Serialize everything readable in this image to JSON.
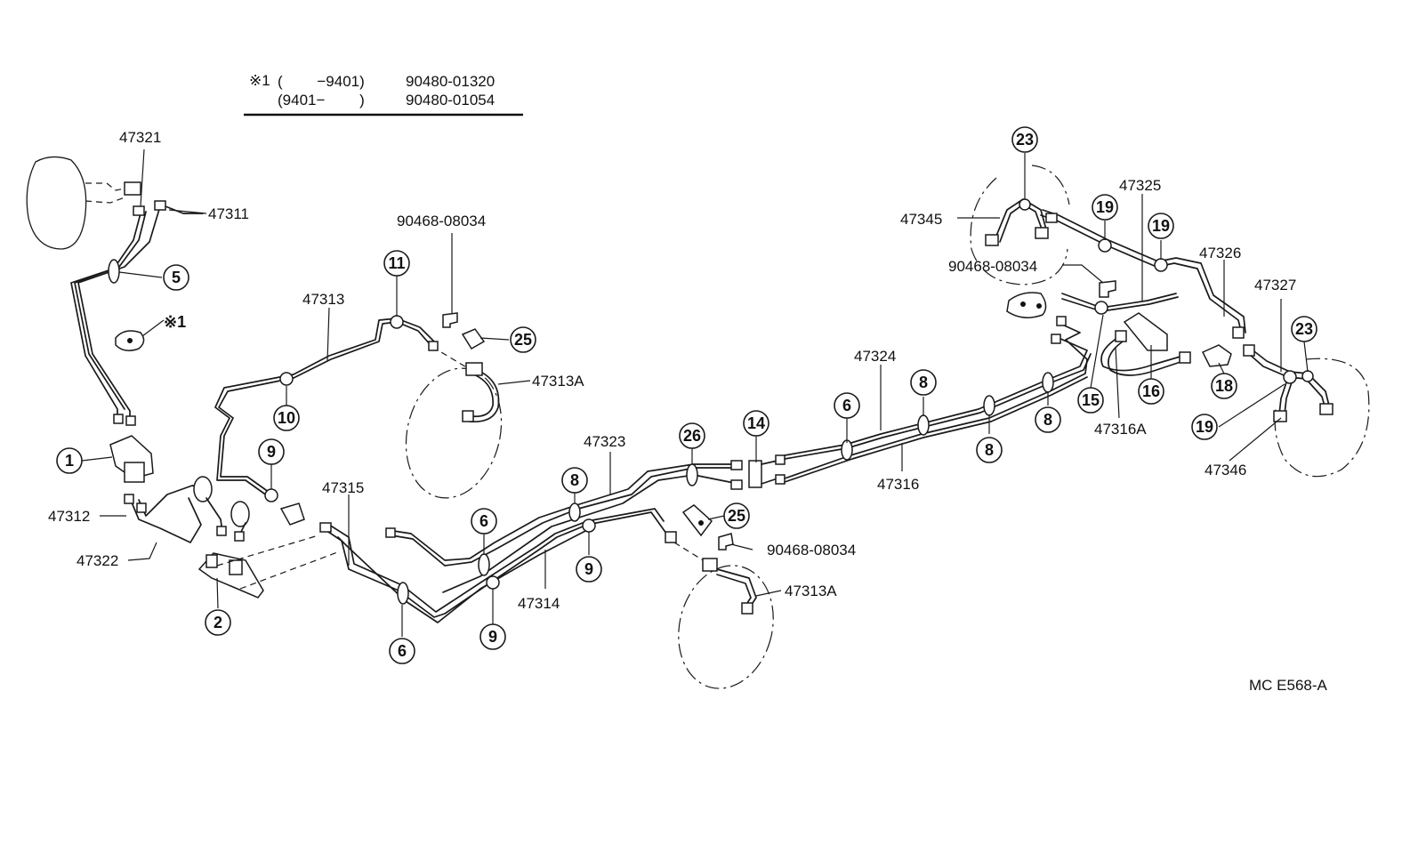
{
  "note": {
    "mark": "※1",
    "row1_range": "(　　 −9401)",
    "row1_part": "90480-01320",
    "row2_range": "(9401−　　 )",
    "row2_part": "90480-01054"
  },
  "part_numbers": {
    "p47321": "47321",
    "p47311": "47311",
    "p47313": "47313",
    "p90468_a": "90468-08034",
    "p47313A_a": "47313A",
    "p47312": "47312",
    "p47322": "47322",
    "p47315": "47315",
    "p47323": "47323",
    "p47314": "47314",
    "p90468_b": "90468-08034",
    "p47313A_b": "47313A",
    "p47324": "47324",
    "p47316": "47316",
    "p47345": "47345",
    "p90468_c": "90468-08034",
    "p47325": "47325",
    "p47326": "47326",
    "p47327": "47327",
    "p47316A": "47316A",
    "p47346": "47346"
  },
  "callouts": {
    "c5": "5",
    "star1": "※1",
    "c1": "1",
    "c2": "2",
    "c11": "11",
    "c10": "10",
    "c9a": "9",
    "c25a": "25",
    "c6a": "6",
    "c6b": "6",
    "c9b": "9",
    "c9c": "9",
    "c8a": "8",
    "c26": "26",
    "c25b": "25",
    "c14": "14",
    "c6c": "6",
    "c8b": "8",
    "c8c": "8",
    "c8d": "8",
    "c23a": "23",
    "c19a": "19",
    "c19b": "19",
    "c15": "15",
    "c16": "16",
    "c18": "18",
    "c23b": "23",
    "c19c": "19"
  },
  "figure_code": "MC E568-A"
}
